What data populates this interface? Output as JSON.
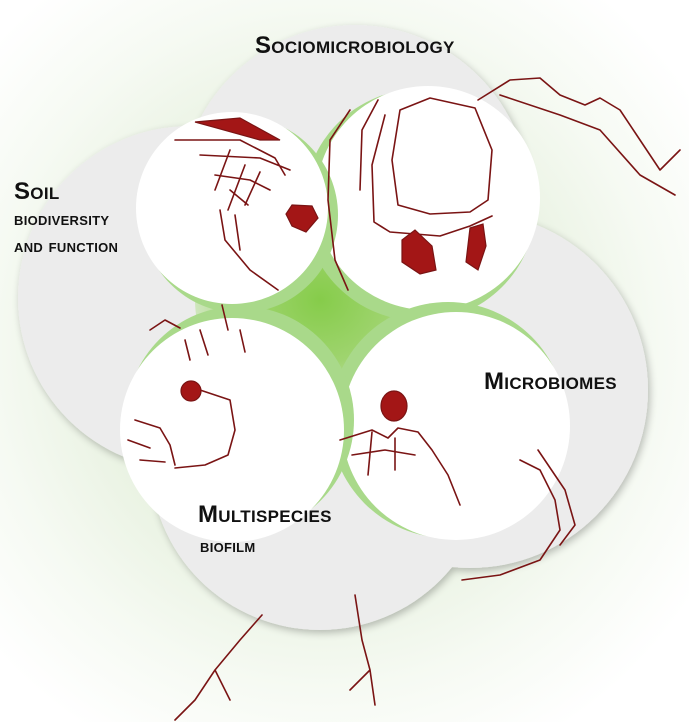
{
  "diagram": {
    "labels": {
      "sociomicrobiology": "Sociomicrobiology",
      "soil_line1": "Soil",
      "soil_line2": "biodiversity",
      "soil_line3": "and function",
      "microbiomes": "Microbiomes",
      "multispecies_line1": "Multispecies",
      "multispecies_line2": "biofilm"
    },
    "colors": {
      "background_glow": "#d6e8cc",
      "center_green": "#7cc443",
      "lobe_fill": "#ebebeb",
      "inner_disk": "#ffffff",
      "organism_stroke": "#7a1414",
      "organism_fill": "#a31616",
      "label_text": "#111111"
    },
    "icons": [
      "microbe-sketch",
      "root-sketch",
      "nucleus-dot"
    ]
  }
}
